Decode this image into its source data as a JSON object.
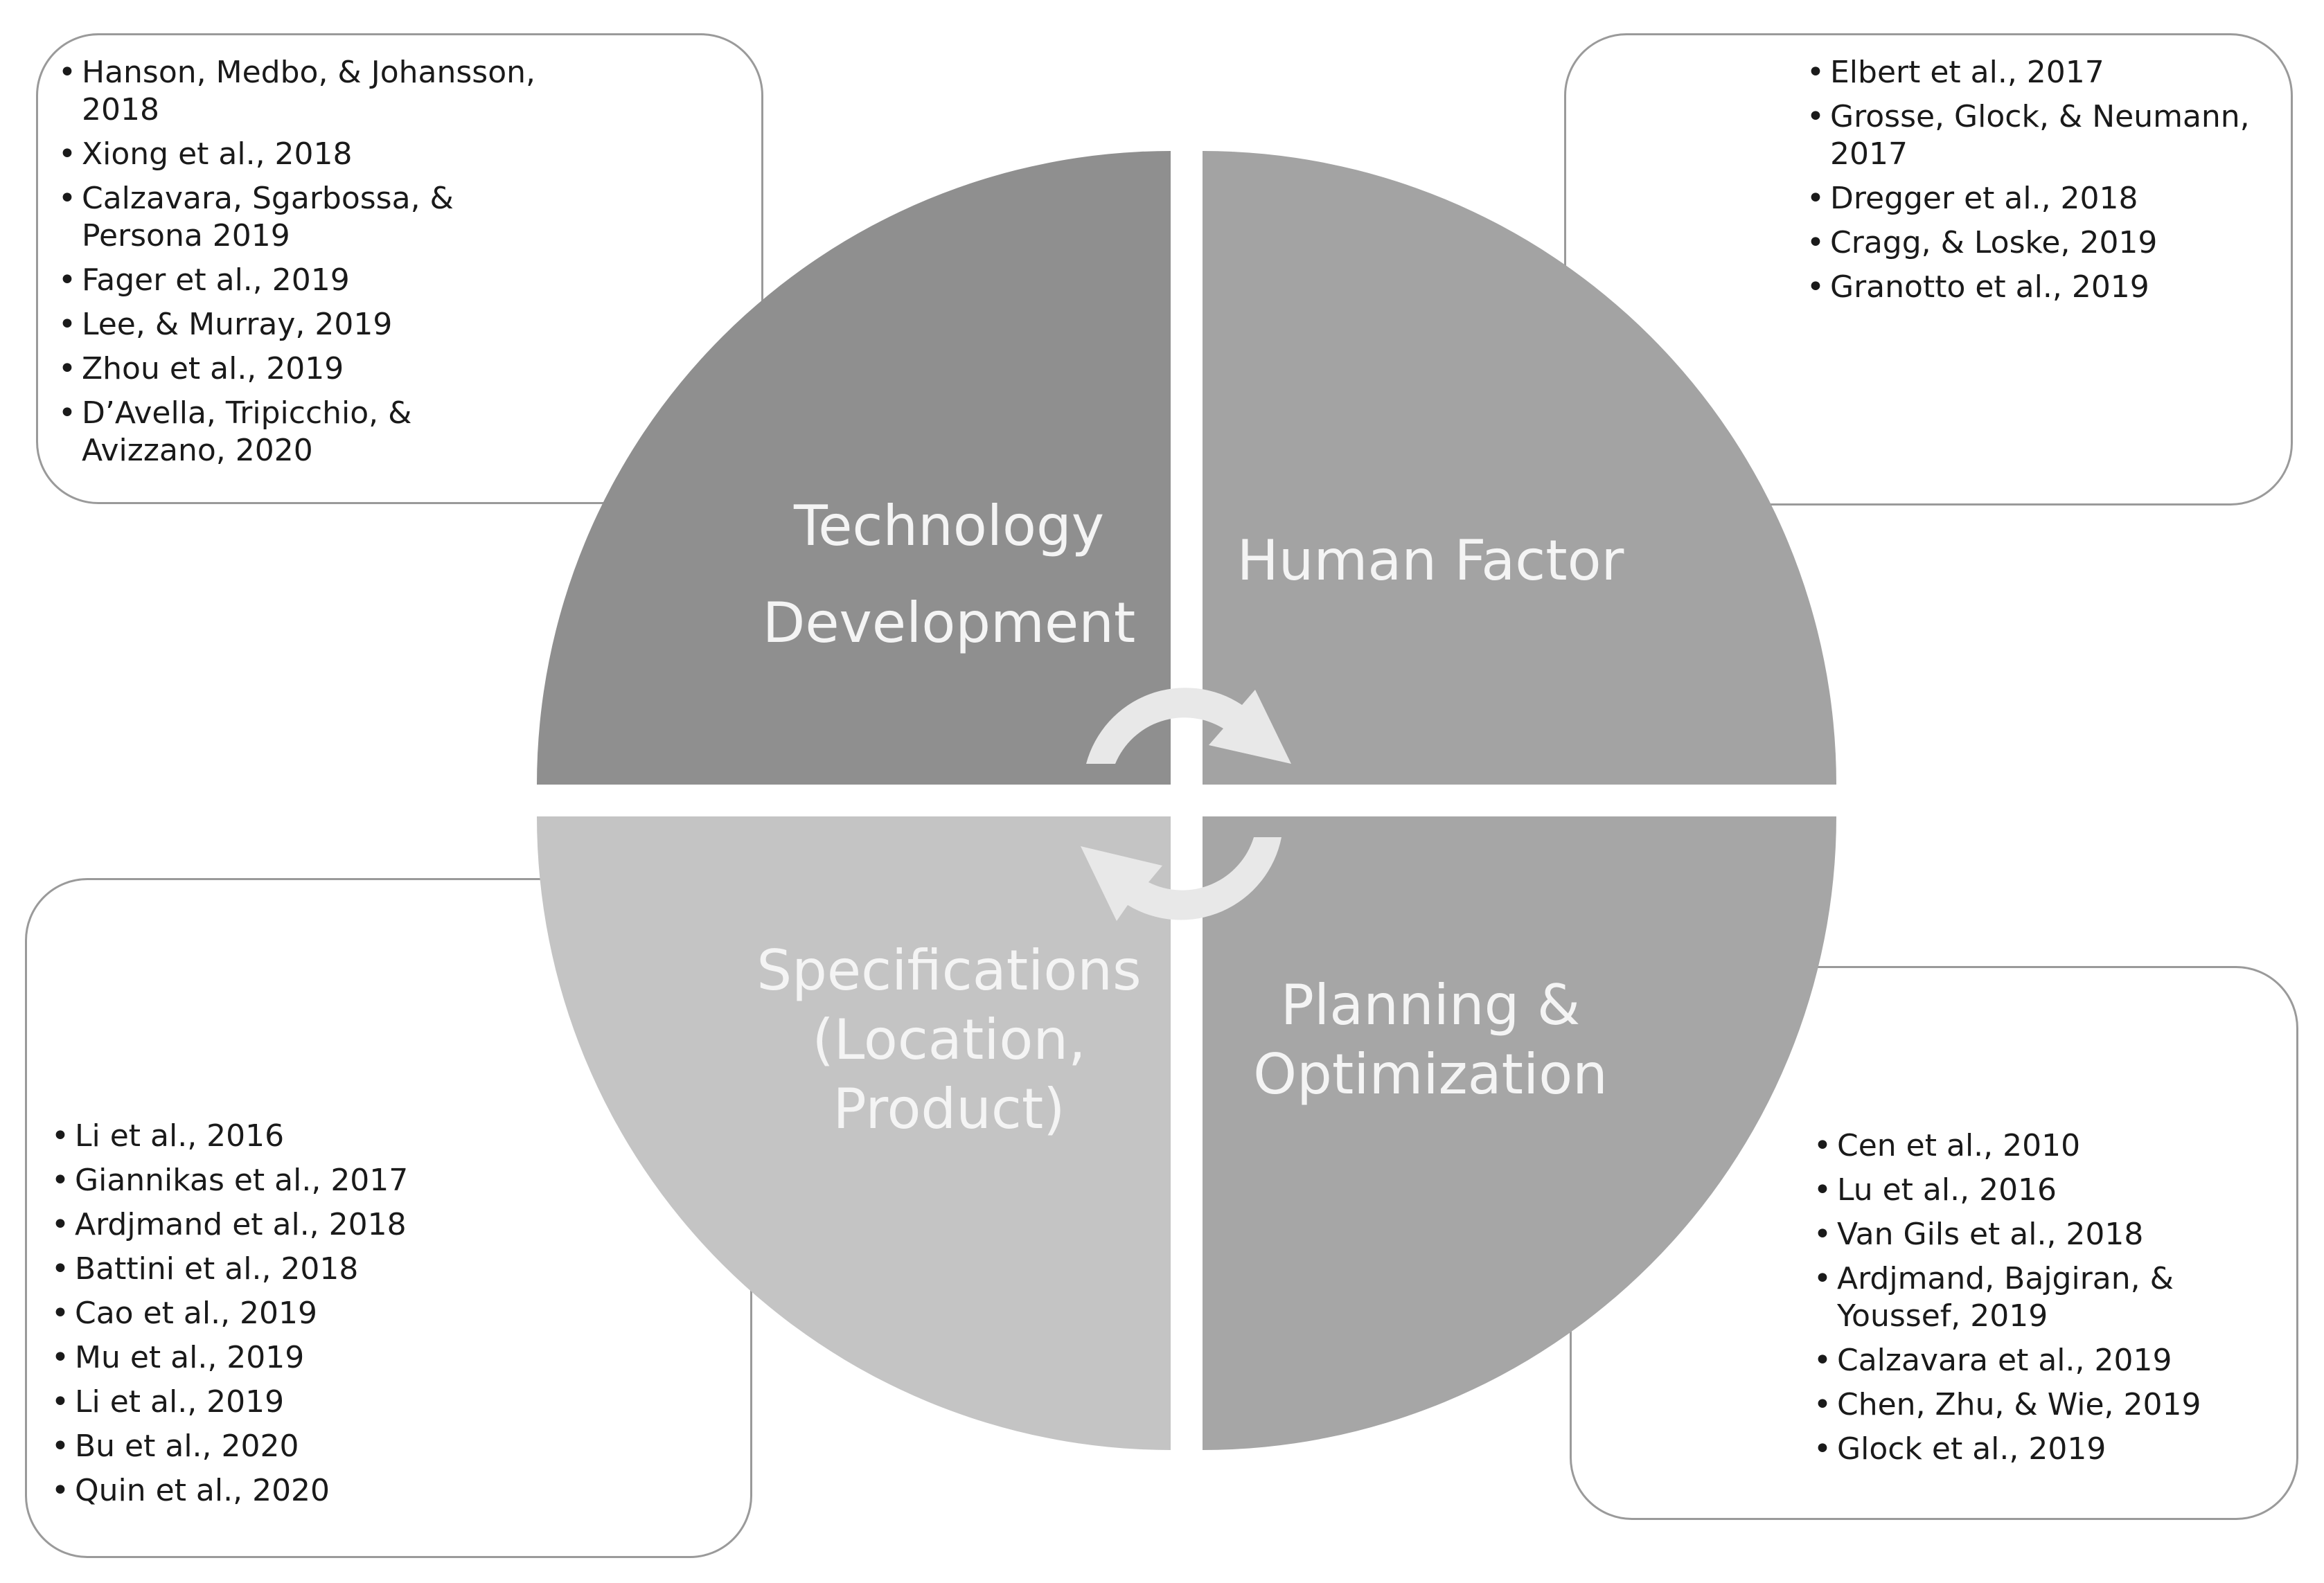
{
  "quadrants": {
    "technology": {
      "title_line1": "Technology",
      "title_line2": "Development",
      "color": "#8f8f8f"
    },
    "human": {
      "title": "Human Factor",
      "color": "#a3a3a3"
    },
    "specifications": {
      "title_line1": "Specifications",
      "title_line2": "(Location,",
      "title_line3": "Product)",
      "color": "#c4c4c4"
    },
    "planning": {
      "title_line1": "Planning &",
      "title_line2": "Optimization",
      "color": "#a6a6a6"
    }
  },
  "arrow_color": "#e8e8e8",
  "references": {
    "technology": [
      "Hanson, Medbo, & Johansson, 2018",
      "Xiong et al., 2018",
      "Calzavara, Sgarbossa, & Persona 2019",
      "Fager et al., 2019",
      "Lee, & Murray, 2019",
      "Zhou et al., 2019",
      "D’Avella, Tripicchio, & Avizzano, 2020"
    ],
    "human": [
      "Elbert et al., 2017",
      "Grosse, Glock, & Neumann, 2017",
      "Dregger et al., 2018",
      "Cragg, & Loske, 2019",
      "Granotto et al., 2019"
    ],
    "specifications": [
      "Li et al., 2016",
      "Giannikas et al., 2017",
      "Ardjmand et al., 2018",
      "Battini et al., 2018",
      "Cao et al., 2019",
      "Mu et al., 2019",
      "Li et al., 2019",
      "Bu et al., 2020",
      "Quin et al., 2020"
    ],
    "planning": [
      "Cen et al., 2010",
      "Lu et al., 2016",
      "Van Gils et al., 2018",
      "Ardjmand, Bajgiran, & Youssef, 2019",
      "Calzavara et al., 2019",
      "Chen, Zhu, & Wie, 2019",
      "Glock et al., 2019"
    ]
  }
}
